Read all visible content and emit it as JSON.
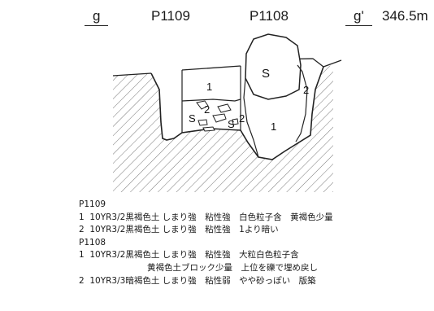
{
  "header": {
    "left_point": "g",
    "left_pit": "P1109",
    "right_pit": "P1108",
    "right_point": "g'",
    "elevation": "346.5m"
  },
  "section_labels": {
    "p1109_layer1": "1",
    "p1109_layer2": "2",
    "p1109_stone": "S",
    "p1109_stone_b": "S",
    "p1108_layer1": "1",
    "p1108_layer2": "2",
    "p1108_layer2_right": "2",
    "p1108_stone": "S"
  },
  "legend": {
    "p1109_title": "P1109",
    "p1109_rows": [
      "1  10YR3/2黒褐色土 しまり強　粘性強　白色粒子含　黄褐色少量",
      "2  10YR3/2黒褐色土 しまり強　粘性強　1より暗い"
    ],
    "p1108_title": "P1108",
    "p1108_rows": [
      "1  10YR3/2黒褐色土 しまり強　粘性強　大粒白色粒子含",
      "　　　　　　　　黄褐色土ブロック少量　上位を礫で埋め戻し",
      "2  10YR3/3暗褐色土 しまり強　粘性弱　やや砂っぽい　版築"
    ]
  }
}
